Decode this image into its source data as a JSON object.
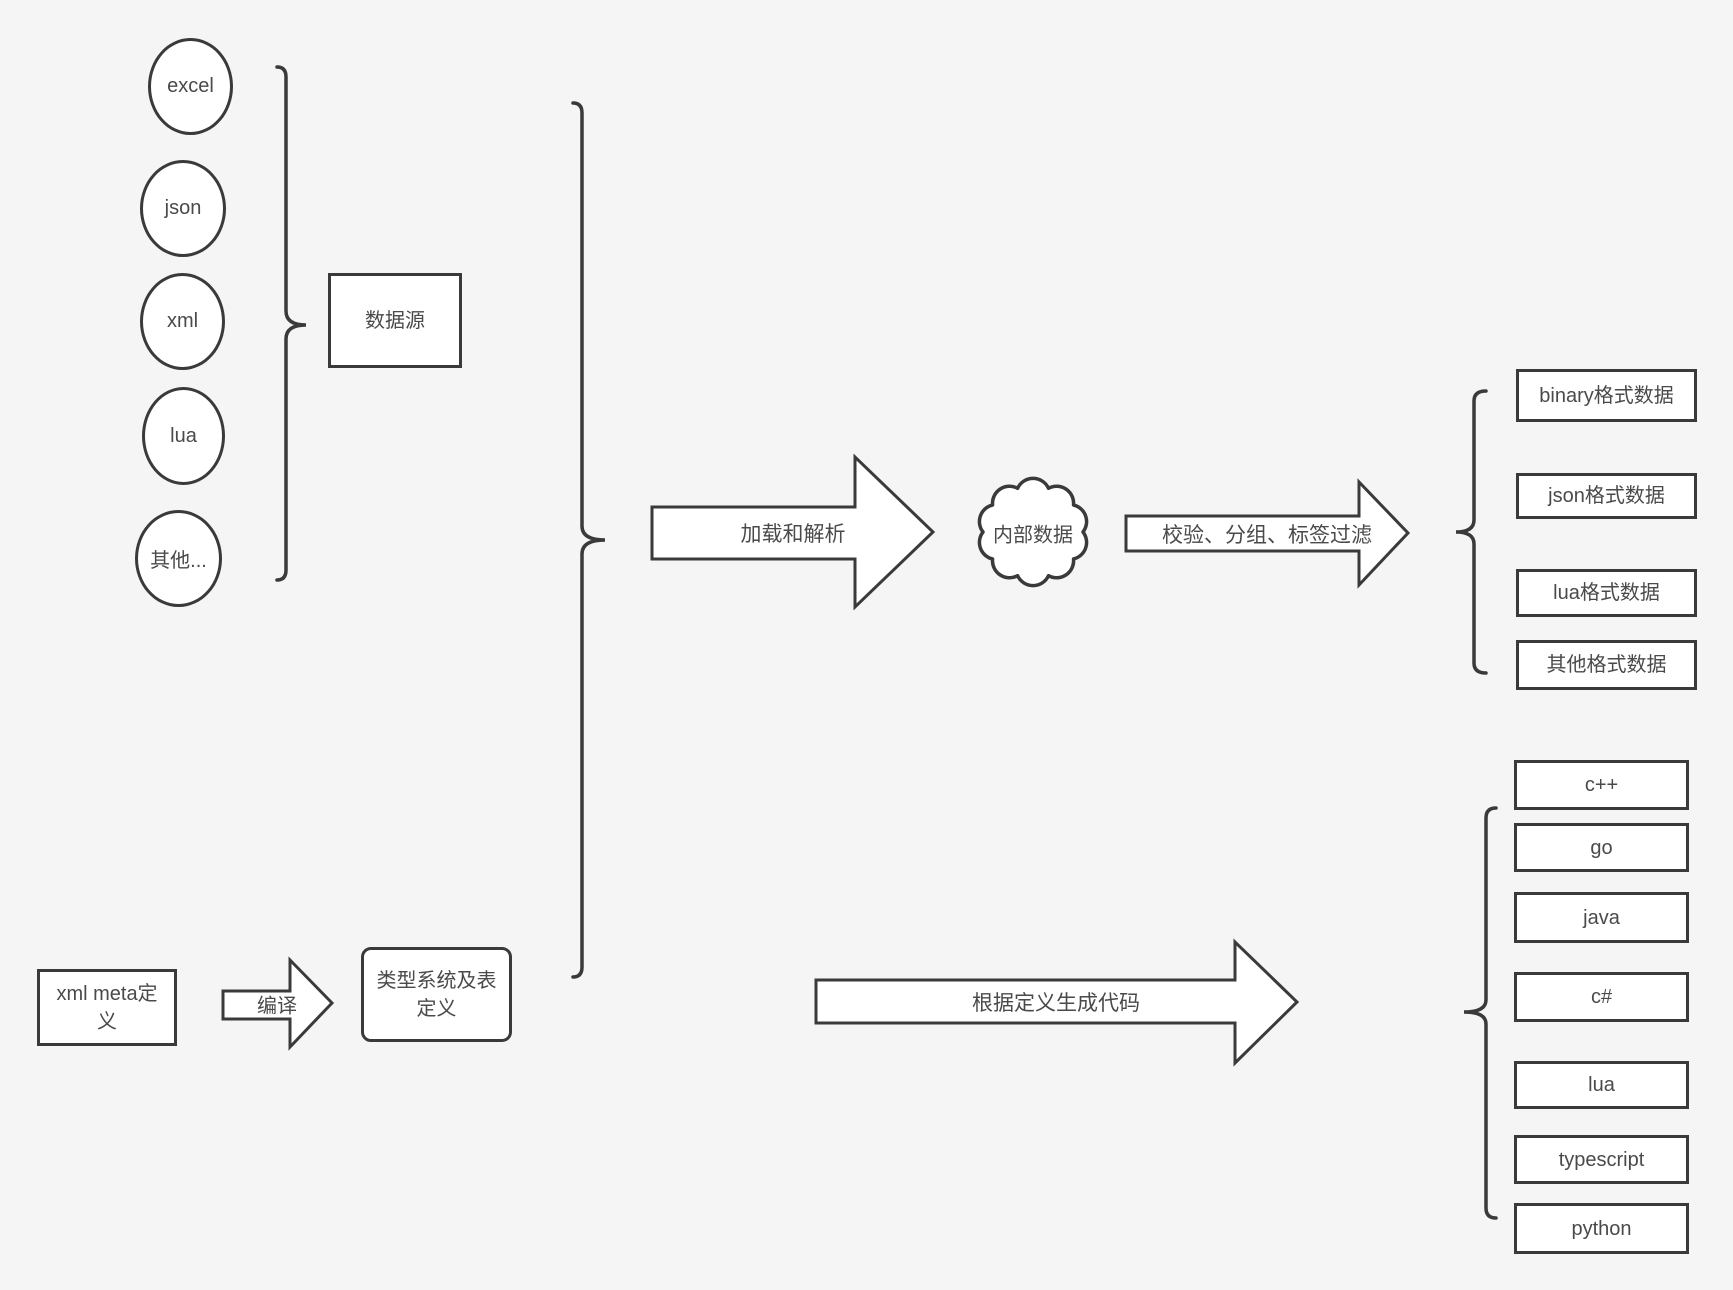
{
  "palette": {
    "background": "#f5f5f5",
    "shape_fill": "#ffffff",
    "stroke": "#3a3a3a",
    "text": "#4a4a4a"
  },
  "sources": {
    "items": [
      "excel",
      "json",
      "xml",
      "lua",
      "其他..."
    ],
    "group_label": "数据源"
  },
  "pipeline": {
    "load_arrow_label": "加载和解析",
    "internal_data_label": "内部数据",
    "filter_arrow_label": "校验、分组、标签过滤"
  },
  "formats": {
    "items": [
      "binary格式数据",
      "json格式数据",
      "lua格式数据",
      "其他格式数据"
    ]
  },
  "definitions": {
    "xml_meta_label": "xml meta定义",
    "compile_arrow_label": "编译",
    "type_system_label": "类型系统及表定义"
  },
  "codegen": {
    "arrow_label": "根据定义生成代码",
    "languages": [
      "c++",
      "go",
      "java",
      "c#",
      "lua",
      "typescript",
      "python"
    ]
  }
}
